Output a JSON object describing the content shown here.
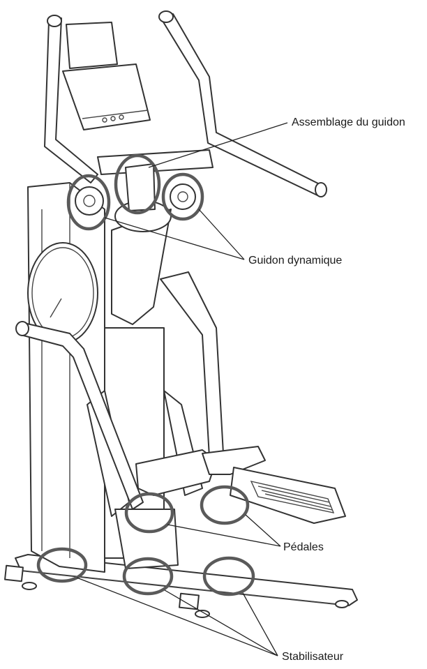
{
  "labels": {
    "handlebar_assembly": "Assemblage du guidon",
    "dynamic_handlebar": "Guidon dynamique",
    "pedals": "Pédales",
    "stabilizer": "Stabilisateur"
  },
  "colors": {
    "drawing_stroke": "#333333",
    "callout_ring": "#5a5a5a",
    "leader_line": "#222222"
  }
}
